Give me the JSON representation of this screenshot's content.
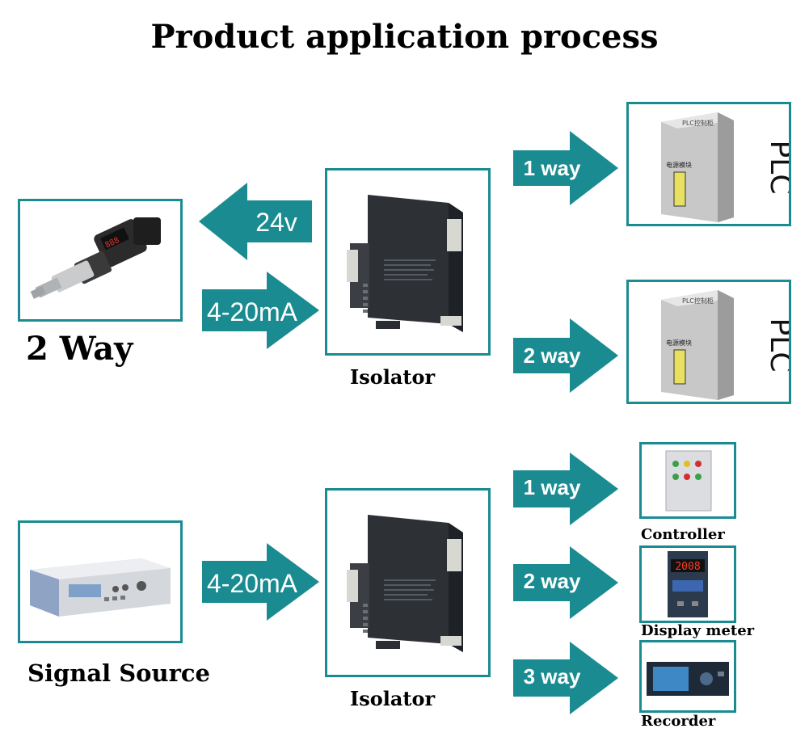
{
  "title": "Product application process",
  "top_section": {
    "sensor_label": "2 Way",
    "power_arrow": "24v",
    "signal_arrow": "4-20mA",
    "isolator_label": "Isolator",
    "outputs": [
      {
        "arrow": "1 way",
        "device": "PLC",
        "panel_text": "PLC控制柜",
        "module_text": "电源模块"
      },
      {
        "arrow": "2 way",
        "device": "PLC",
        "panel_text": "PLC控制柜",
        "module_text": "电源模块"
      }
    ]
  },
  "bottom_section": {
    "source_label": "Signal Source",
    "signal_arrow": "4-20mA",
    "isolator_label": "Isolator",
    "outputs": [
      {
        "arrow": "1 way",
        "device_label": "Controller"
      },
      {
        "arrow": "2 way",
        "device_label": "Display meter",
        "meter_value": "2008"
      },
      {
        "arrow": "3 way",
        "device_label": "Recorder"
      }
    ]
  },
  "colors": {
    "teal": "#1a8c91",
    "border": "#1a8c91",
    "dark": "#2a2e33"
  }
}
